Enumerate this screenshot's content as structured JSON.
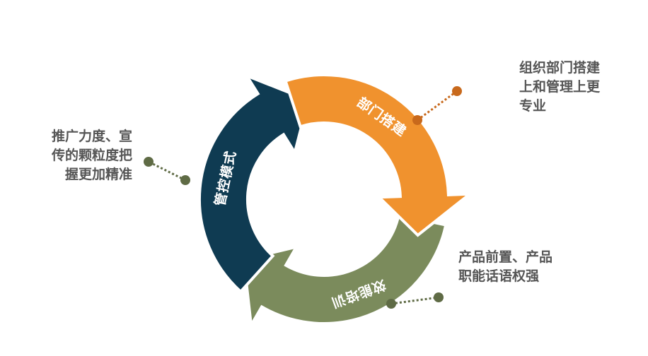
{
  "segments": [
    {
      "id": "orange",
      "label": "部门搭建",
      "color": "#F0922E"
    },
    {
      "id": "green",
      "label": "效能培训",
      "color": "#7B8B5C"
    },
    {
      "id": "navy",
      "label": "管控模式",
      "color": "#0F3B52"
    }
  ],
  "notes": {
    "left": [
      "推广力度、宣",
      "传的颗粒度把",
      "握更加精准"
    ],
    "top_right": [
      "组织部门搭建",
      "上和管理上更",
      "专业"
    ],
    "bottom_right": [
      "产品前置、产品",
      "职能话语权强"
    ]
  },
  "connector_colors": {
    "orange": "#C8691C",
    "green": "#5F6B45",
    "navy": "#5F6B45"
  }
}
